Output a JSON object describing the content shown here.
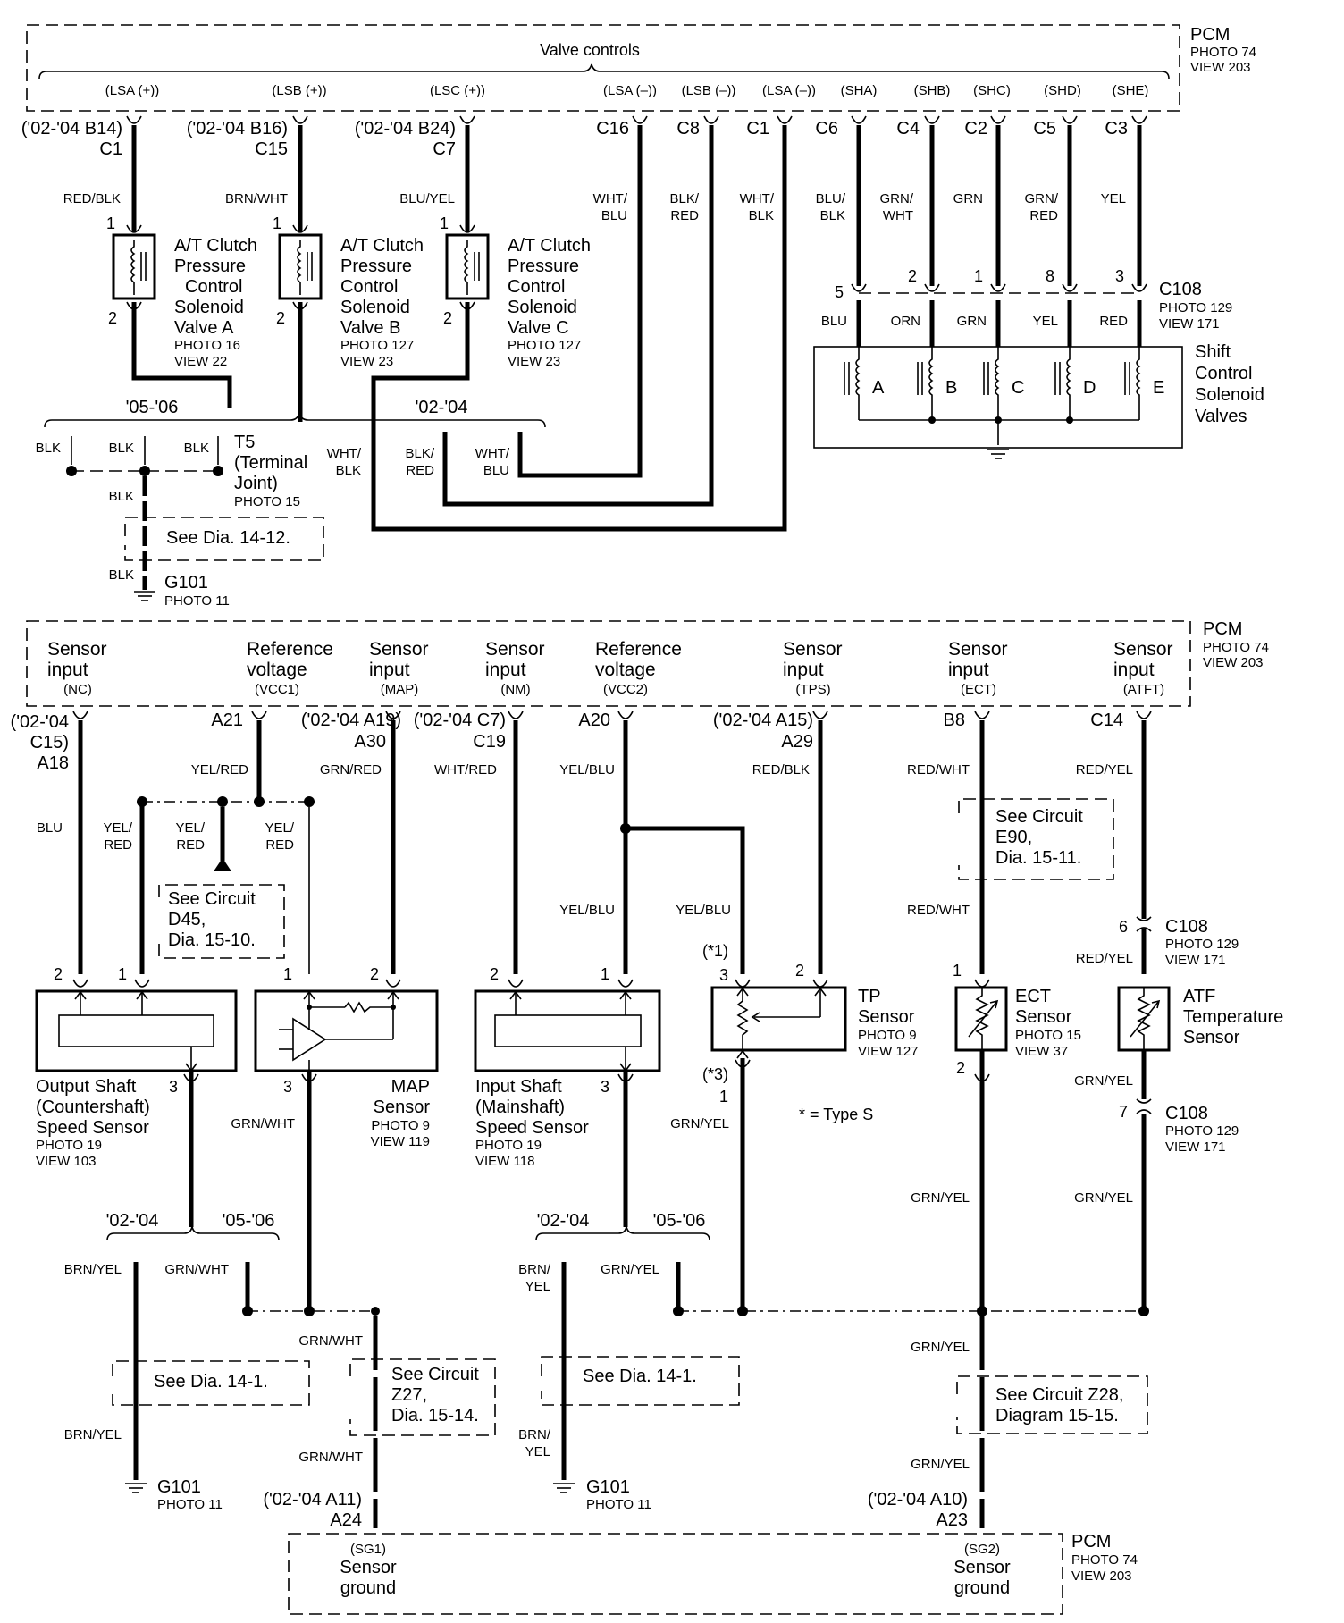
{
  "pcm_top": {
    "title": "PCM",
    "photo": "PHOTO 74",
    "view": "VIEW 203",
    "valve_controls": "Valve controls",
    "pins": [
      {
        "sig": "(LSA (+))",
        "year": "('02-'04 B14)",
        "code": "C1",
        "wire": "RED/BLK"
      },
      {
        "sig": "(LSB (+))",
        "year": "('02-'04 B16)",
        "code": "C15",
        "wire": "BRN/WHT"
      },
      {
        "sig": "(LSC (+))",
        "year": "('02-'04 B24)",
        "code": "C7",
        "wire": "BLU/YEL"
      },
      {
        "sig": "(LSA (–))",
        "code": "C16",
        "wire1": "WHT/",
        "wire2": "BLU"
      },
      {
        "sig": "(LSB (–))",
        "code": "C8",
        "wire1": "BLK/",
        "wire2": "RED"
      },
      {
        "sig": "(LSA (–))",
        "code": "C1",
        "wire1": "WHT/",
        "wire2": "BLK"
      },
      {
        "sig": "(SHA)",
        "code": "C6",
        "wire1": "BLU/",
        "wire2": "BLK",
        "cpin": "5",
        "swire": "BLU",
        "letter": "A"
      },
      {
        "sig": "(SHB)",
        "code": "C4",
        "wire1": "GRN/",
        "wire2": "WHT",
        "cpin": "2",
        "swire": "ORN",
        "letter": "B"
      },
      {
        "sig": "(SHC)",
        "code": "C2",
        "wire1": "GRN",
        "wire2": "",
        "cpin": "1",
        "swire": "GRN",
        "letter": "C"
      },
      {
        "sig": "(SHD)",
        "code": "C5",
        "wire1": "GRN/",
        "wire2": "RED",
        "cpin": "8",
        "swire": "YEL",
        "letter": "D"
      },
      {
        "sig": "(SHE)",
        "code": "C3",
        "wire1": "YEL",
        "wire2": "",
        "cpin": "3",
        "swire": "RED",
        "letter": "E"
      }
    ]
  },
  "solenoids": [
    {
      "l1": "A/T Clutch",
      "l2": "Pressure",
      "l3": "Control",
      "l4": "Solenoid",
      "l5": "Valve A",
      "photo": "PHOTO 16",
      "view": "VIEW 22",
      "p1": "1",
      "p2": "2"
    },
    {
      "l1": "A/T Clutch",
      "l2": "Pressure",
      "l3": "Control",
      "l4": "Solenoid",
      "l5": "Valve B",
      "photo": "PHOTO 127",
      "view": "VIEW 23",
      "p1": "1",
      "p2": "2"
    },
    {
      "l1": "A/T Clutch",
      "l2": "Pressure",
      "l3": "Control",
      "l4": "Solenoid",
      "l5": "Valve C",
      "photo": "PHOTO 127",
      "view": "VIEW 23",
      "p1": "1",
      "p2": "2"
    }
  ],
  "upper_left": {
    "y0506": "'05-'06",
    "y0204": "'02-'04",
    "blk": "BLK",
    "t5_1": "T5",
    "t5_2": "(Terminal",
    "t5_3": "Joint)",
    "t5_photo": "PHOTO 15",
    "wb1": "WHT/",
    "wb2": "BLK",
    "br1": "BLK/",
    "br2": "RED",
    "wu1": "WHT/",
    "wu2": "BLU",
    "see": "See Dia. 14-12.",
    "g101": "G101",
    "g101_photo": "PHOTO 11"
  },
  "c108_top": {
    "name": "C108",
    "photo": "PHOTO 129",
    "view": "VIEW 171"
  },
  "shift": {
    "l1": "Shift",
    "l2": "Control",
    "l3": "Solenoid",
    "l4": "Valves"
  },
  "pcm_mid": {
    "title": "PCM",
    "photo": "PHOTO 74",
    "view": "VIEW 203",
    "labels": [
      {
        "a": "Sensor",
        "b": "input",
        "c": "(NC)"
      },
      {
        "a": "Reference",
        "b": "voltage",
        "c": "(VCC1)"
      },
      {
        "a": "Sensor",
        "b": "input",
        "c": "(MAP)"
      },
      {
        "a": "Sensor",
        "b": "input",
        "c": "(NM)"
      },
      {
        "a": "Reference",
        "b": "voltage",
        "c": "(VCC2)"
      },
      {
        "a": "Sensor",
        "b": "input",
        "c": "(TPS)"
      },
      {
        "a": "Sensor",
        "b": "input",
        "c": "(ECT)"
      },
      {
        "a": "Sensor",
        "b": "input",
        "c": "(ATFT)"
      }
    ],
    "pins": {
      "nc_y1": "('02-'04",
      "nc_y2": "C15)",
      "nc_code": "A18",
      "vcc1_code": "A21",
      "map_year": "('02-'04 A19)",
      "map_code": "A30",
      "nm_year": "('02-'04 C7)",
      "nm_code": "C19",
      "vcc2_code": "A20",
      "tps_year": "('02-'04 A15)",
      "tps_code": "A29",
      "ect_code": "B8",
      "atft_code": "C14"
    }
  },
  "wires_mid": {
    "blu": "BLU",
    "yelred": "YEL/RED",
    "yel": "YEL/",
    "red": "RED",
    "grnred": "GRN/RED",
    "whtred": "WHT/RED",
    "yelblu": "YEL/BLU",
    "redblk": "RED/BLK",
    "redwht": "RED/WHT",
    "redyel": "RED/YEL",
    "grnyel": "GRN/YEL",
    "grnwht": "GRN/WHT",
    "brnyel": "BRN/YEL",
    "brn": "BRN/",
    "yelw": "YEL"
  },
  "notes": {
    "d45_1": "See Circuit",
    "d45_2": "D45,",
    "d45_3": "Dia. 15-10.",
    "e90_1": "See Circuit",
    "e90_2": "E90,",
    "e90_3": "Dia. 15-11.",
    "z27_1": "See Circuit",
    "z27_2": "Z27,",
    "z27_3": "Dia. 15-14.",
    "z28_1": "See Circuit Z28,",
    "z28_2": "Diagram 15-15.",
    "dia141": "See Dia. 14-1.",
    "type_s": "* = Type S",
    "star1": "(*1)",
    "star3": "(*3)"
  },
  "sensors": {
    "oss": {
      "l1": "Output Shaft",
      "l2": "(Countershaft)",
      "l3": "Speed Sensor",
      "photo": "PHOTO 19",
      "view": "VIEW 103",
      "p1": "2",
      "p2": "1",
      "p3": "3"
    },
    "map": {
      "l1": "MAP",
      "l2": "Sensor",
      "photo": "PHOTO 9",
      "view": "VIEW 119",
      "p1": "1",
      "p2": "2",
      "p3": "3"
    },
    "iss": {
      "l1": "Input Shaft",
      "l2": "(Mainshaft)",
      "l3": "Speed Sensor",
      "photo": "PHOTO 19",
      "view": "VIEW 118",
      "p1": "2",
      "p2": "1",
      "p3": "3"
    },
    "tp": {
      "l1": "TP",
      "l2": "Sensor",
      "photo": "PHOTO 9",
      "view": "VIEW 127",
      "p1": "3",
      "p2": "2",
      "p3": "1"
    },
    "ect": {
      "l1": "ECT",
      "l2": "Sensor",
      "photo": "PHOTO 15",
      "view": "VIEW 37",
      "p1": "1",
      "p2": "2"
    },
    "atf": {
      "l1": "ATF",
      "l2": "Temperature",
      "l3": "Sensor"
    }
  },
  "c108_mid": {
    "name": "C108",
    "photo": "PHOTO 129",
    "view": "VIEW 171",
    "pin_a": "6",
    "pin_b": "7"
  },
  "lower": {
    "y0204": "'02-'04",
    "y0506": "'05-'06",
    "g101": "G101",
    "g101_photo": "PHOTO 11"
  },
  "pcm_bot": {
    "title": "PCM",
    "photo": "PHOTO 74",
    "view": "VIEW 203",
    "sg1": "(SG1)",
    "sg2": "(SG2)",
    "sensor": "Sensor",
    "ground": "ground",
    "sg1_year": "('02-'04 A11)",
    "sg1_code": "A24",
    "sg2_year": "('02-'04 A10)",
    "sg2_code": "A23"
  }
}
